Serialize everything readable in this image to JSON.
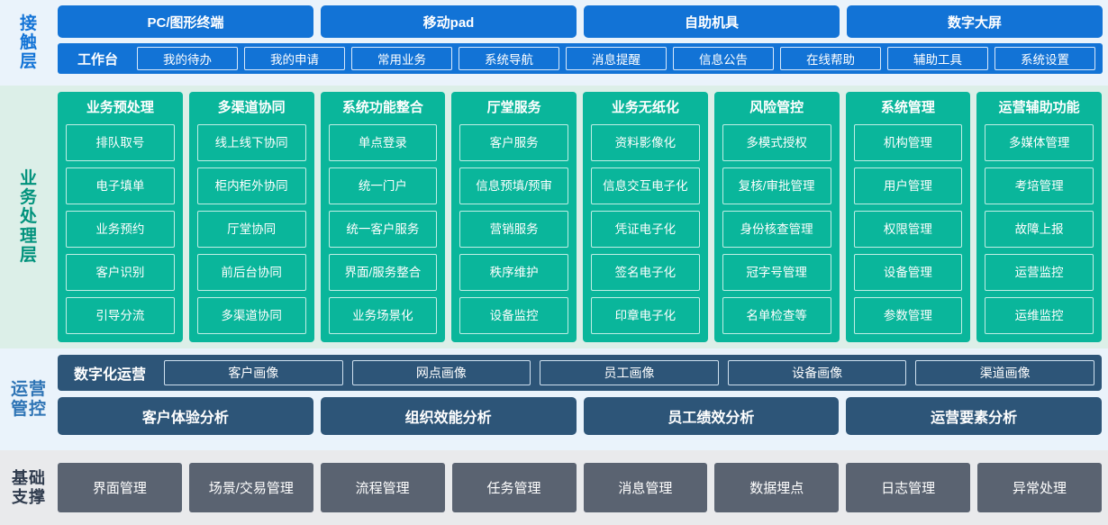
{
  "layers": {
    "contact": {
      "label": "接触层",
      "channels": [
        "PC/图形终端",
        "移动pad",
        "自助机具",
        "数字大屏"
      ],
      "workbench_title": "工作台",
      "workbench_items": [
        "我的待办",
        "我的申请",
        "常用业务",
        "系统导航",
        "消息提醒",
        "信息公告",
        "在线帮助",
        "辅助工具",
        "系统设置"
      ],
      "colors": {
        "accent": "#1273d6",
        "background": "#eaf3fb"
      }
    },
    "business": {
      "label": "业务处理层",
      "columns": [
        {
          "title": "业务预处理",
          "items": [
            "排队取号",
            "电子填单",
            "业务预约",
            "客户识别",
            "引导分流"
          ]
        },
        {
          "title": "多渠道协同",
          "items": [
            "线上线下协同",
            "柜内柜外协同",
            "厅堂协同",
            "前后台协同",
            "多渠道协同"
          ]
        },
        {
          "title": "系统功能整合",
          "items": [
            "单点登录",
            "统一门户",
            "统一客户服务",
            "界面/服务整合",
            "业务场景化"
          ]
        },
        {
          "title": "厅堂服务",
          "items": [
            "客户服务",
            "信息预填/预审",
            "营销服务",
            "秩序维护",
            "设备监控"
          ]
        },
        {
          "title": "业务无纸化",
          "items": [
            "资料影像化",
            "信息交互电子化",
            "凭证电子化",
            "签名电子化",
            "印章电子化"
          ]
        },
        {
          "title": "风险管控",
          "items": [
            "多模式授权",
            "复核/审批管理",
            "身份核查管理",
            "冠字号管理",
            "名单检查等"
          ]
        },
        {
          "title": "系统管理",
          "items": [
            "机构管理",
            "用户管理",
            "权限管理",
            "设备管理",
            "参数管理"
          ]
        },
        {
          "title": "运营辅助功能",
          "items": [
            "多媒体管理",
            "考培管理",
            "故障上报",
            "运营监控",
            "运维监控"
          ]
        }
      ],
      "colors": {
        "accent": "#0ab69b",
        "background": "#dcefe8"
      }
    },
    "operations": {
      "label": "运营管控",
      "digital_ops_title": "数字化运营",
      "profiles": [
        "客户画像",
        "网点画像",
        "员工画像",
        "设备画像",
        "渠道画像"
      ],
      "analyses": [
        "客户体验分析",
        "组织效能分析",
        "员工绩效分析",
        "运营要素分析"
      ],
      "colors": {
        "accent": "#2d5578",
        "background": "#eaf3fb"
      }
    },
    "foundation": {
      "label": "基础支撑",
      "items": [
        "界面管理",
        "场景/交易管理",
        "流程管理",
        "任务管理",
        "消息管理",
        "数据埋点",
        "日志管理",
        "异常处理"
      ],
      "colors": {
        "accent": "#5a6371",
        "background": "#e9eaec"
      }
    }
  }
}
